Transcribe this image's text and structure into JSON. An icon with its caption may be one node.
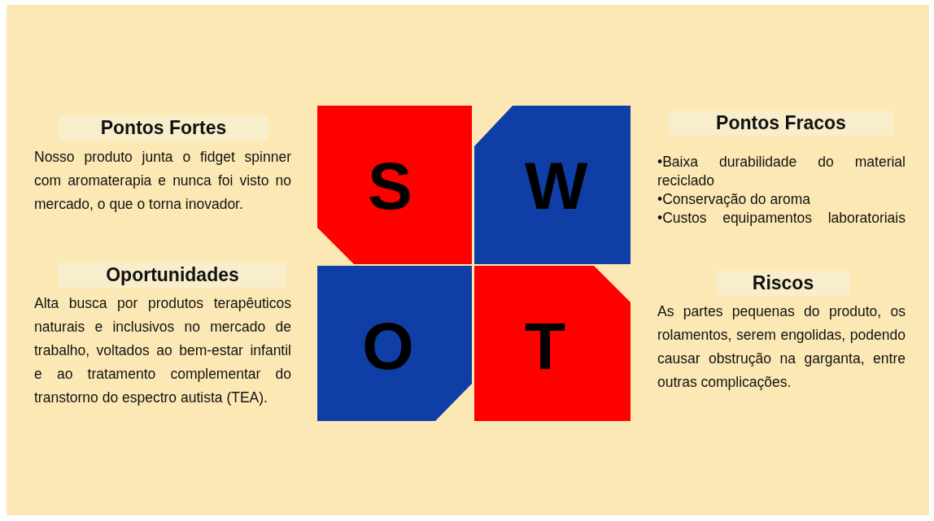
{
  "diagram": {
    "nodes": [
      {
        "text": [
          "S"
        ]
      },
      {
        "text": [
          "W"
        ]
      },
      {
        "text": [
          "O"
        ]
      },
      {
        "text": [
          "T"
        ]
      }
    ],
    "labels": [
      "Pontos Fortes",
      "Nosso produto junta o fidget spinner com aromaterapia e nunca foi visto no mercado, o que o torna inovador.",
      "Oportunidades",
      "Alta busca por produtos terapêuticos naturais e inclusivos no mercado de trabalho, voltados ao bem-estar infantil e ao tratamento complementar do transtorno do espectro autista (TEA).",
      "Pontos Fracos",
      "•Baixa durabilidade do material reciclado",
      "•Conservação do aroma",
      "•Custos equipamentos laboratoriais",
      "Riscos",
      "As partes pequenas do produto, os rolamentos, serem engolidas, podendo causar obstrução na garganta, entre outras complicações."
    ]
  }
}
